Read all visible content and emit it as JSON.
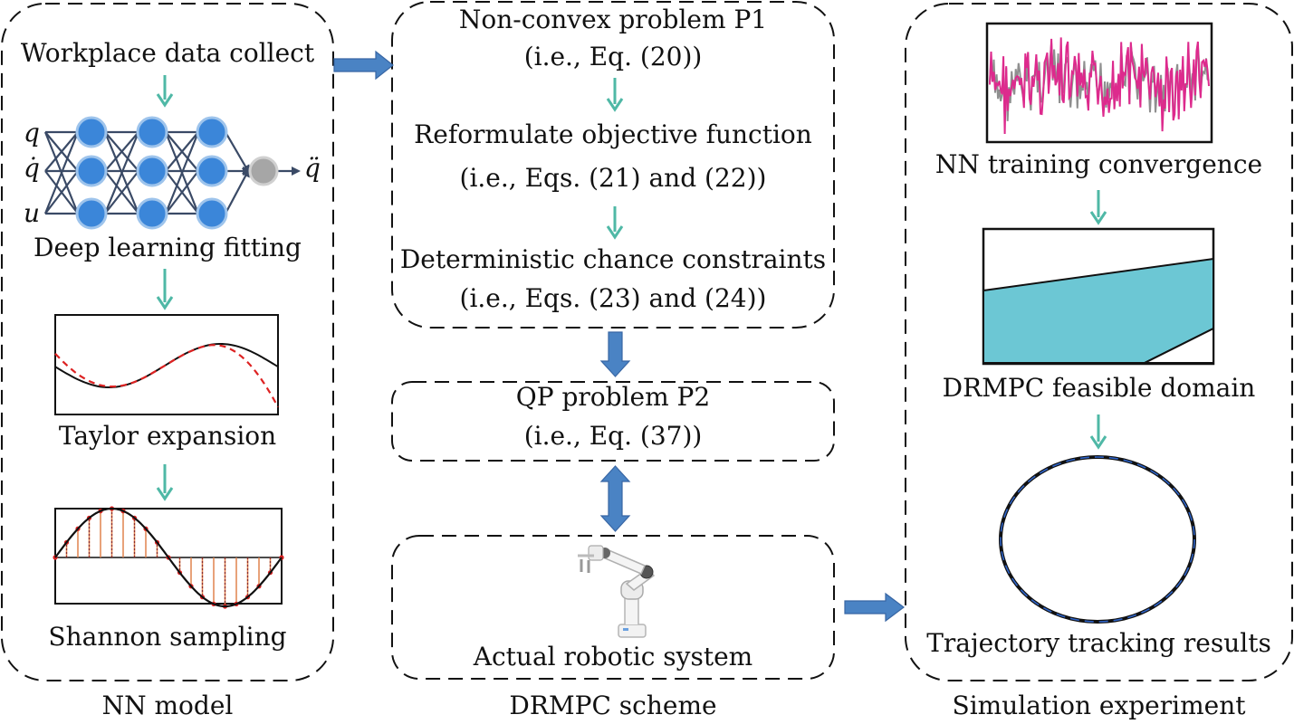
{
  "colors": {
    "block_arrow": "#4a83c4",
    "small_arrow": "#4fb8a6",
    "neuron": "#3b86d9",
    "output_neuron": "#a6a6a6",
    "sampling_line": "#e0824e",
    "taylor_dash": "#dd2222",
    "feasible_fill": "#6cc7d4",
    "training_magenta": "#dd2a8d",
    "training_gray": "#8f8f8f",
    "trajectory_blue": "#2f64c8"
  },
  "left_panel": {
    "caption": "NN model",
    "step1": "Workplace data collect",
    "nn_inputs": [
      "q",
      "q̇",
      "u"
    ],
    "nn_output": "q̈",
    "step2": "Deep learning fitting",
    "step3": "Taylor expansion",
    "step4": "Shannon sampling"
  },
  "middle_panel": {
    "caption": "DRMPC scheme",
    "p1_line1": "Non-convex problem P1",
    "p1_line2": "(i.e., Eq. (20))",
    "reform_line1": "Reformulate objective function",
    "reform_line2": "(i.e., Eqs. (21) and (22))",
    "chance_line1": "Deterministic chance constraints",
    "chance_line2": "(i.e., Eqs. (23) and (24))",
    "qp_line1": "QP problem P2",
    "qp_line2": "(i.e., Eq. (37))",
    "robot_label": "Actual robotic system"
  },
  "right_panel": {
    "caption": "Simulation experiment",
    "plot1_label": "NN training convergence",
    "plot2_label": "DRMPC feasible domain",
    "plot3_label": "Trajectory tracking results"
  }
}
